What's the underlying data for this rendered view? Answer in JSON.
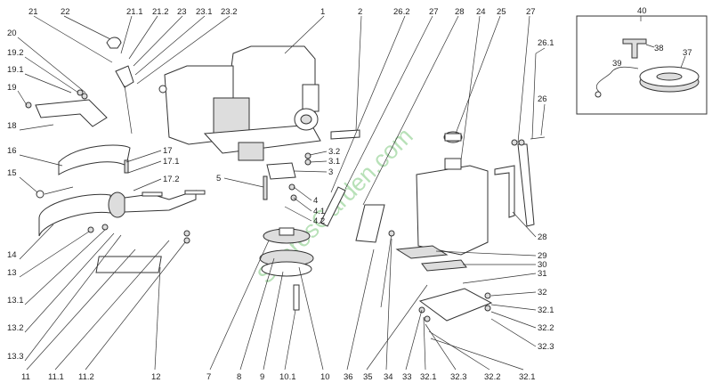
{
  "diagram": {
    "watermark": "SparesGarden.com",
    "top_labels": [
      {
        "id": "21",
        "text": "21"
      },
      {
        "id": "22",
        "text": "22"
      },
      {
        "id": "21.1",
        "text": "21.1"
      },
      {
        "id": "21.2",
        "text": "21.2"
      },
      {
        "id": "23",
        "text": "23"
      },
      {
        "id": "23.1",
        "text": "23.1"
      },
      {
        "id": "23.2",
        "text": "23.2"
      },
      {
        "id": "1",
        "text": "1"
      },
      {
        "id": "2",
        "text": "2"
      },
      {
        "id": "26.2",
        "text": "26.2"
      },
      {
        "id": "27a",
        "text": "27"
      },
      {
        "id": "28a",
        "text": "28"
      },
      {
        "id": "24",
        "text": "24"
      },
      {
        "id": "25",
        "text": "25"
      },
      {
        "id": "27b",
        "text": "27"
      }
    ],
    "left_labels": [
      {
        "id": "20",
        "text": "20"
      },
      {
        "id": "19.2",
        "text": "19.2"
      },
      {
        "id": "19.1",
        "text": "19.1"
      },
      {
        "id": "19",
        "text": "19"
      },
      {
        "id": "18",
        "text": "18"
      },
      {
        "id": "16",
        "text": "16"
      },
      {
        "id": "15",
        "text": "15"
      },
      {
        "id": "14",
        "text": "14"
      },
      {
        "id": "13",
        "text": "13"
      },
      {
        "id": "13.1",
        "text": "13.1"
      },
      {
        "id": "13.2",
        "text": "13.2"
      },
      {
        "id": "13.3",
        "text": "13.3"
      }
    ],
    "mid_labels": [
      {
        "id": "17",
        "text": "17"
      },
      {
        "id": "17.1",
        "text": "17.1"
      },
      {
        "id": "17.2",
        "text": "17.2"
      },
      {
        "id": "5",
        "text": "5"
      },
      {
        "id": "3.2",
        "text": "3.2"
      },
      {
        "id": "3.1",
        "text": "3.1"
      },
      {
        "id": "3",
        "text": "3"
      },
      {
        "id": "4",
        "text": "4"
      },
      {
        "id": "4.1",
        "text": "4.1"
      },
      {
        "id": "4.2",
        "text": "4.2"
      }
    ],
    "right_labels": [
      {
        "id": "26.1",
        "text": "26.1"
      },
      {
        "id": "26",
        "text": "26"
      },
      {
        "id": "28b",
        "text": "28"
      },
      {
        "id": "29",
        "text": "29"
      },
      {
        "id": "30",
        "text": "30"
      },
      {
        "id": "31",
        "text": "31"
      },
      {
        "id": "32",
        "text": "32"
      },
      {
        "id": "32.1r",
        "text": "32.1"
      },
      {
        "id": "32.2r",
        "text": "32.2"
      },
      {
        "id": "32.3r",
        "text": "32.3"
      }
    ],
    "bottom_labels": [
      {
        "id": "11",
        "text": "11"
      },
      {
        "id": "11.1",
        "text": "11.1"
      },
      {
        "id": "11.2",
        "text": "11.2"
      },
      {
        "id": "12",
        "text": "12"
      },
      {
        "id": "7",
        "text": "7"
      },
      {
        "id": "8",
        "text": "8"
      },
      {
        "id": "9",
        "text": "9"
      },
      {
        "id": "10.1",
        "text": "10.1"
      },
      {
        "id": "10",
        "text": "10"
      },
      {
        "id": "36",
        "text": "36"
      },
      {
        "id": "35",
        "text": "35"
      },
      {
        "id": "34",
        "text": "34"
      },
      {
        "id": "33",
        "text": "33"
      },
      {
        "id": "32.1a",
        "text": "32.1"
      },
      {
        "id": "32.3",
        "text": "32.3"
      },
      {
        "id": "32.2",
        "text": "32.2"
      },
      {
        "id": "32.1b",
        "text": "32.1"
      }
    ],
    "inset": {
      "title": "40",
      "labels": [
        {
          "id": "38",
          "text": "38"
        },
        {
          "id": "39",
          "text": "39"
        },
        {
          "id": "37",
          "text": "37"
        }
      ]
    }
  }
}
